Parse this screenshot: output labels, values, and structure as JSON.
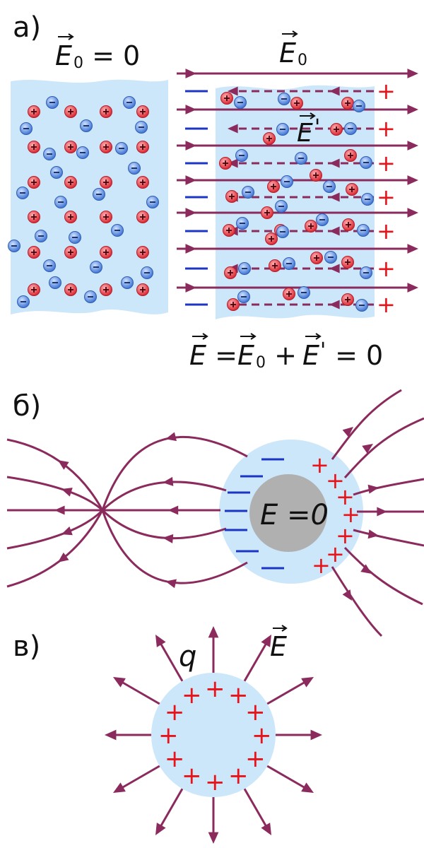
{
  "panel_a": {
    "label": "а)",
    "left_field": {
      "symbol": "E",
      "sub": "0",
      "rest": " = 0"
    },
    "right_field": {
      "symbol": "E",
      "sub": "0"
    },
    "induced_field": {
      "symbol": "E",
      "prime": "'"
    },
    "equation": {
      "e": "E",
      "eq1": " = ",
      "e0": "E",
      "sub": "0",
      "plus": " + ",
      "ep": "E",
      "prime": "'",
      "eq2": " = 0"
    },
    "plus_sign": "+",
    "minus_sign": "−"
  },
  "panel_b": {
    "label": "б)",
    "inside_text": "E =0",
    "plus_sign": "+",
    "minus_sign": "—"
  },
  "panel_c": {
    "label": "в)",
    "charge": "q",
    "field": "E",
    "plus_sign": "+"
  },
  "colors": {
    "slab": "#cce6fa",
    "field_line": "#8b2a5c",
    "plus": "#e8141a",
    "minus": "#1b35c4",
    "proton": "#e8434c",
    "electron": "#5a8ee0",
    "core": "#b0b0b0"
  }
}
